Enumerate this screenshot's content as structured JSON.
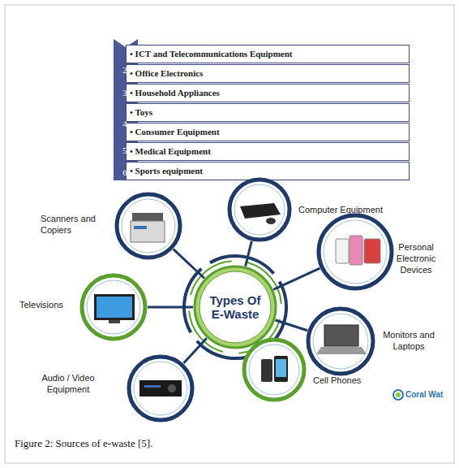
{
  "diagram": {
    "caption": "Figure 2: Sources of e-waste [5].",
    "nodes": [
      {
        "text": [
          "• ICT and Telecommunications Equipment"
        ]
      },
      {
        "text": [
          "• Office Electronics"
        ]
      },
      {
        "text": [
          "• Household Appliances"
        ]
      },
      {
        "text": [
          "• Toys"
        ]
      },
      {
        "text": [
          "• Consumer Equipment"
        ]
      },
      {
        "text": [
          "• Medical Equipment"
        ]
      },
      {
        "text": [
          "• Sports equipment"
        ]
      },
      {
        "text": [
          "Types Of E-Waste"
        ]
      },
      {
        "text": [
          "Scanners and Copiers"
        ]
      },
      {
        "text": [
          "Computer Equipment"
        ]
      },
      {
        "text": [
          "Personal Electronic Devices"
        ]
      },
      {
        "text": [
          "Televisions"
        ]
      },
      {
        "text": [
          "Monitors and Laptops"
        ]
      },
      {
        "text": [
          "Audio / Video Equipment"
        ]
      },
      {
        "text": [
          "Cell Phones"
        ]
      }
    ],
    "edges": [
      {
        "from": 7,
        "to": 8,
        "arrow": "none"
      },
      {
        "from": 7,
        "to": 9,
        "arrow": "none"
      },
      {
        "from": 7,
        "to": 10,
        "arrow": "none"
      },
      {
        "from": 7,
        "to": 11,
        "arrow": "none"
      },
      {
        "from": 7,
        "to": 12,
        "arrow": "none"
      },
      {
        "from": 7,
        "to": 13,
        "arrow": "none"
      },
      {
        "from": 7,
        "to": 14,
        "arrow": "none"
      }
    ],
    "labels": [
      "2",
      "3",
      "4",
      "5",
      "6",
      "Coral Wat"
    ]
  }
}
